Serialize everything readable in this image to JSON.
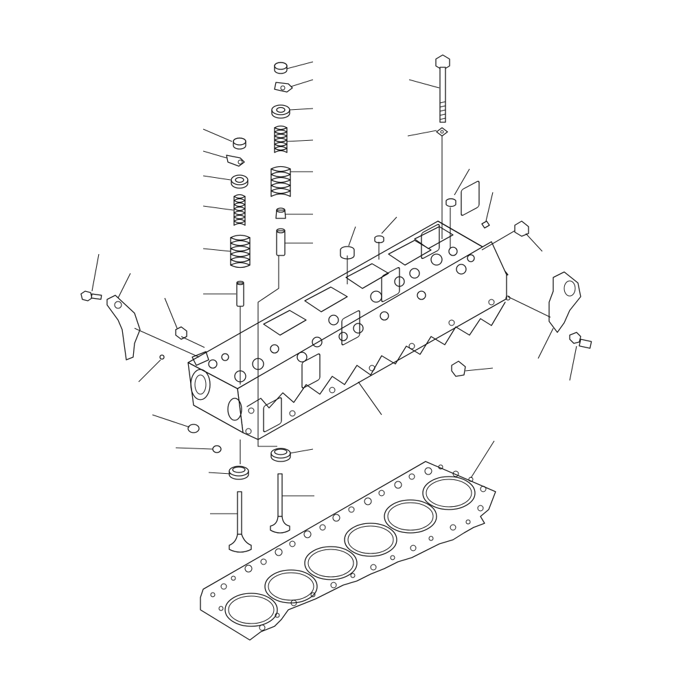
{
  "diagram": {
    "background": "#ffffff",
    "line_color": "#111111",
    "parts": [
      {
        "name": "valve-spring-retainer-cap-exhaust"
      },
      {
        "name": "valve-collet-exhaust"
      },
      {
        "name": "valve-spring-seat-exhaust"
      },
      {
        "name": "inner-valve-spring-exhaust"
      },
      {
        "name": "outer-valve-spring-exhaust"
      },
      {
        "name": "valve-stem-seal-exhaust"
      },
      {
        "name": "valve-guide-exhaust"
      },
      {
        "name": "valve-spring-retainer-cap-intake"
      },
      {
        "name": "valve-collet-intake"
      },
      {
        "name": "valve-spring-seat-intake"
      },
      {
        "name": "inner-valve-spring-intake"
      },
      {
        "name": "outer-valve-spring-intake"
      },
      {
        "name": "valve-guide-intake"
      },
      {
        "name": "head-bolt"
      },
      {
        "name": "head-bolt-washer"
      },
      {
        "name": "cup-plug"
      },
      {
        "name": "lifting-bracket"
      },
      {
        "name": "bracket-bolt"
      },
      {
        "name": "cylinder-head"
      },
      {
        "name": "head-gasket"
      },
      {
        "name": "intake-valve"
      },
      {
        "name": "exhaust-valve"
      },
      {
        "name": "valve-seat-insert"
      }
    ]
  }
}
